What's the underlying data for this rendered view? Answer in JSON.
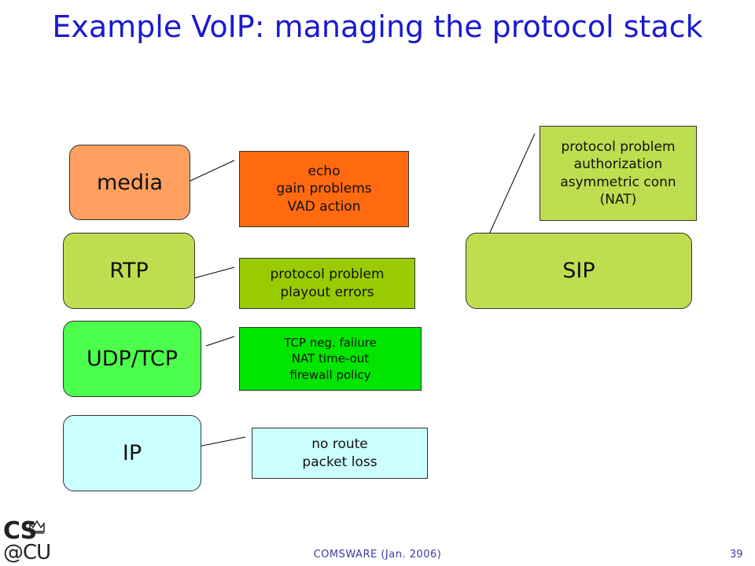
{
  "title": "Example VoIP: managing the protocol stack",
  "layers": {
    "media": "media",
    "rtp": "RTP",
    "udptcp": "UDP/TCP",
    "ip": "IP",
    "sip": "SIP"
  },
  "issues": {
    "media": [
      "echo",
      "gain problems",
      "VAD action"
    ],
    "rtp": [
      "protocol problem",
      "playout errors"
    ],
    "udptcp": [
      "TCP neg. failure",
      "NAT time-out",
      "firewall policy"
    ],
    "ip": [
      "no route",
      "packet loss"
    ],
    "sip": [
      "protocol problem",
      "authorization",
      "asymmetric conn",
      "(NAT)"
    ]
  },
  "colors": {
    "media_layer": "#ffa060",
    "media_issue": "#ff6a10",
    "rtp_layer": "#bede50",
    "rtp_issue": "#99cc00",
    "udptcp_layer": "#4dff4d",
    "udptcp_issue": "#00e600",
    "ip_layer": "#ccffff",
    "ip_issue": "#ccffff",
    "sip_layer": "#bede50",
    "sip_issue": "#bede50"
  },
  "footer": "COMSWARE (Jan. 2006)",
  "page_number": "39",
  "logo": {
    "top": "CS",
    "bottom": "@CU"
  }
}
